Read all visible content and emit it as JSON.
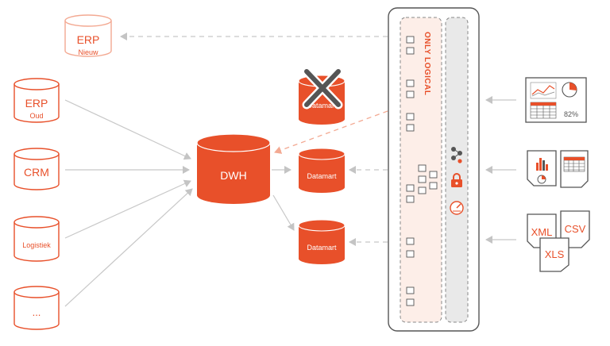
{
  "sources": {
    "erp_new": {
      "title": "ERP",
      "subtitle": "Nieuw"
    },
    "erp_old": {
      "title": "ERP",
      "subtitle": "Oud"
    },
    "crm": {
      "title": "CRM"
    },
    "logistiek": {
      "title": "Logistiek"
    },
    "other": {
      "title": "..."
    }
  },
  "dwh": {
    "title": "DWH"
  },
  "datamarts": {
    "crossed": "Datamart",
    "middle": "Datamart",
    "bottom": "Datamart"
  },
  "logical_layer": {
    "title": "ONLY LOGICAL"
  },
  "right_items": {
    "dashboard_percent": "82%",
    "files": {
      "xml": "XML",
      "csv": "CSV",
      "xls": "XLS"
    }
  },
  "colors": {
    "accent": "#e8502a",
    "accent_light": "#f3a992",
    "panel_fill": "#fdeee8",
    "gray_line": "#c8c8c8",
    "dark_outline": "#555555"
  }
}
